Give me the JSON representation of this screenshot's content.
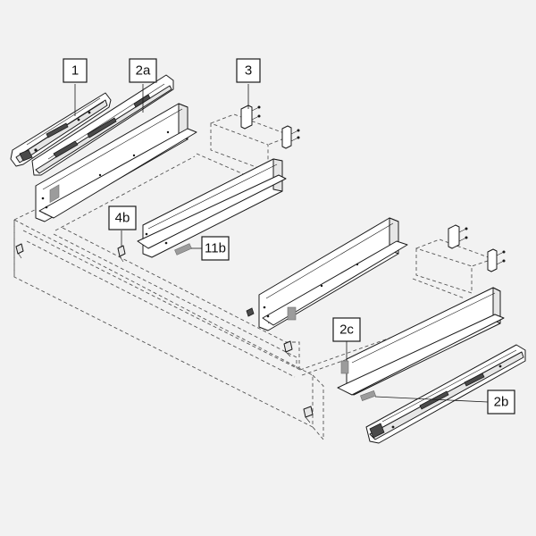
{
  "callouts": {
    "c1": "1",
    "c2a": "2a",
    "c3": "3",
    "c4b": "4b",
    "c11b": "11b",
    "c2c": "2c",
    "c2b": "2b"
  },
  "colors": {
    "background": "#f2f2f2",
    "line": "#1a1a1a",
    "grey_pad": "#9c9c9c"
  }
}
